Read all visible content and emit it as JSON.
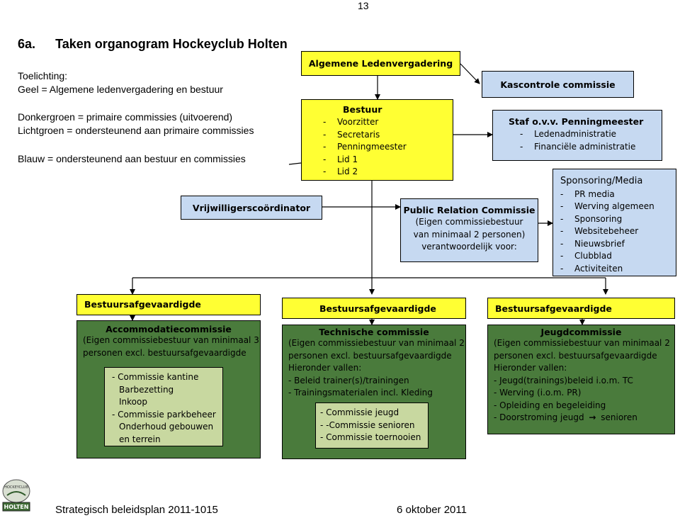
{
  "page_number": "13",
  "title": {
    "number": "6a.",
    "text": "Taken organogram Hockeyclub Holten"
  },
  "legend": {
    "heading": "Toelichting:",
    "line_yellow": "Geel = Algemene ledenvergadering en bestuur",
    "line_dark_green": "Donkergroen = primaire commissies (uitvoerend)",
    "line_light_green": "Lichtgroen = ondersteunend aan primaire commissies",
    "line_blue": "Blauw = ondersteunend aan bestuur en commissies"
  },
  "colors": {
    "yellow": "#ffff33",
    "dark_green": "#4a7b3c",
    "light_green": "#c8d8a0",
    "blue": "#c6d9f1"
  },
  "alv": {
    "label": "Algemene Ledenvergadering"
  },
  "bestuur": {
    "title": "Bestuur",
    "items": [
      "Voorzitter",
      "Secretaris",
      "Penningmeester",
      "Lid 1",
      "Lid 2"
    ]
  },
  "kascontrole": {
    "label": "Kascontrole commissie"
  },
  "staf": {
    "title": "Staf o.v.v. Penningmeester",
    "items": [
      "Ledenadministratie",
      "Financiële administratie"
    ]
  },
  "vrijwilligers": {
    "label": "Vrijwilligerscoördinator"
  },
  "pr": {
    "title": "Public Relation Commissie",
    "lines": [
      "(Eigen commissiebestuur",
      "van minimaal 2 personen)",
      "verantwoordelijk voor:"
    ]
  },
  "sponsoring": {
    "title": "Sponsoring/Media",
    "items": [
      "PR media",
      "Werving algemeen",
      "Sponsoring",
      "Websitebeheer",
      "Nieuwsbrief",
      "Clubblad",
      "Activiteiten"
    ]
  },
  "columns": [
    {
      "header": "Bestuursafgevaardigde",
      "title": "Accommodatiecommissie",
      "lines": [
        "(Eigen commissiebestuur van minimaal 3",
        "personen excl. bestuursafgevaardigde"
      ],
      "sub_lines": [
        "- Commissie kantine",
        "Barbezetting",
        "Inkoop",
        "- Commissie parkbeheer",
        "Onderhoud gebouwen",
        "en terrein"
      ]
    },
    {
      "header": "Bestuursafgevaardigde",
      "title": "Technische commissie",
      "lines": [
        "(Eigen commissiebestuur van minimaal 2",
        "personen excl. bestuursafgevaardigde",
        "Hieronder vallen:",
        "-  Beleid trainer(s)/trainingen",
        "-  Trainingsmaterialen incl. Kleding"
      ],
      "sub_lines": [
        "- Commissie jeugd",
        "- -Commissie senioren",
        "- Commissie toernooien"
      ]
    },
    {
      "header": "Bestuursafgevaardigde",
      "title": "Jeugdcommissie",
      "lines": [
        "(Eigen commissiebestuur van minimaal 2",
        "personen excl. bestuursafgevaardigde",
        "Hieronder vallen:",
        "-  Jeugd(trainings)beleid i.o.m. TC",
        "-  Werving (i.o.m. PR)",
        "-  Opleiding en begeleiding"
      ],
      "last_line_pre": "-  Doorstroming jeugd",
      "last_line_post": "senioren"
    }
  ],
  "footer": {
    "left": "Strategisch beleidsplan 2011-1015",
    "right": "6 oktober 2011"
  },
  "logo": {
    "text": "HOCKEYCLUB",
    "letters": "HOLTEN"
  }
}
